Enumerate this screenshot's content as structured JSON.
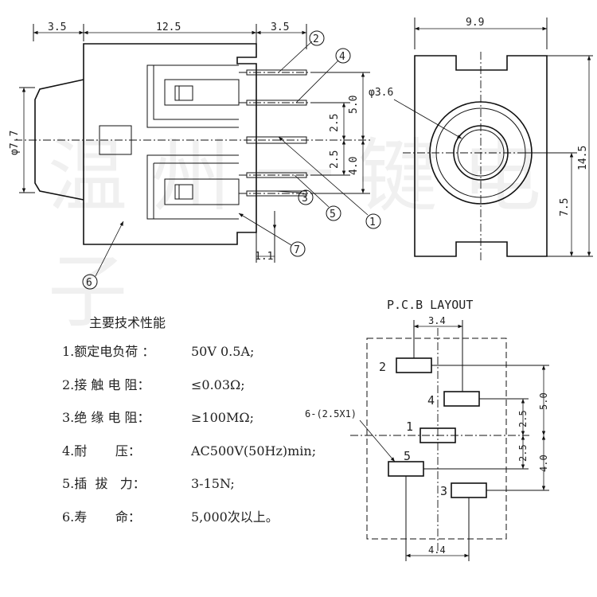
{
  "top_dims": {
    "left": "3.5",
    "middle": "12.5",
    "right": "3.5",
    "front_width": "9.9"
  },
  "side_dims": {
    "body_dia": "φ7.7",
    "pitch_upper": "2.5",
    "pitch_lower": "2.5",
    "span_upper": "5.0",
    "span_lower": "4.0",
    "offset": "1.1"
  },
  "front_dims": {
    "hole_dia": "φ3.6",
    "height": "14.5",
    "center_height": "7.5"
  },
  "callouts": [
    "2",
    "4",
    "1",
    "3",
    "5",
    "7",
    "6"
  ],
  "specs": {
    "title": "主要技术性能",
    "items": [
      {
        "label": "1.额定电负荷 ：",
        "value": "50V 0.5A;"
      },
      {
        "label": "2.接 触 电 阻：",
        "value": "≤0.03Ω;"
      },
      {
        "label": "3.绝 缘 电 阻：",
        "value": "≥100MΩ;"
      },
      {
        "label": "4.耐       压：",
        "value": "AC500V(50Hz)min;"
      },
      {
        "label": "5.插  拔   力：",
        "value": "3-15N;"
      },
      {
        "label": "6.寿       命：",
        "value": "5,000次以上。"
      }
    ]
  },
  "pcb": {
    "title": "P.C.B LAYOUT",
    "top_width": "3.4",
    "bottom_width": "4.4",
    "pad_note": "6-(2.5X1)",
    "pitch_a": "2.5",
    "pitch_b": "2.5",
    "span_a": "5.0",
    "span_b": "4.0",
    "pads": [
      "2",
      "4",
      "1",
      "5",
      "3"
    ]
  },
  "watermark": "温州一键电子"
}
